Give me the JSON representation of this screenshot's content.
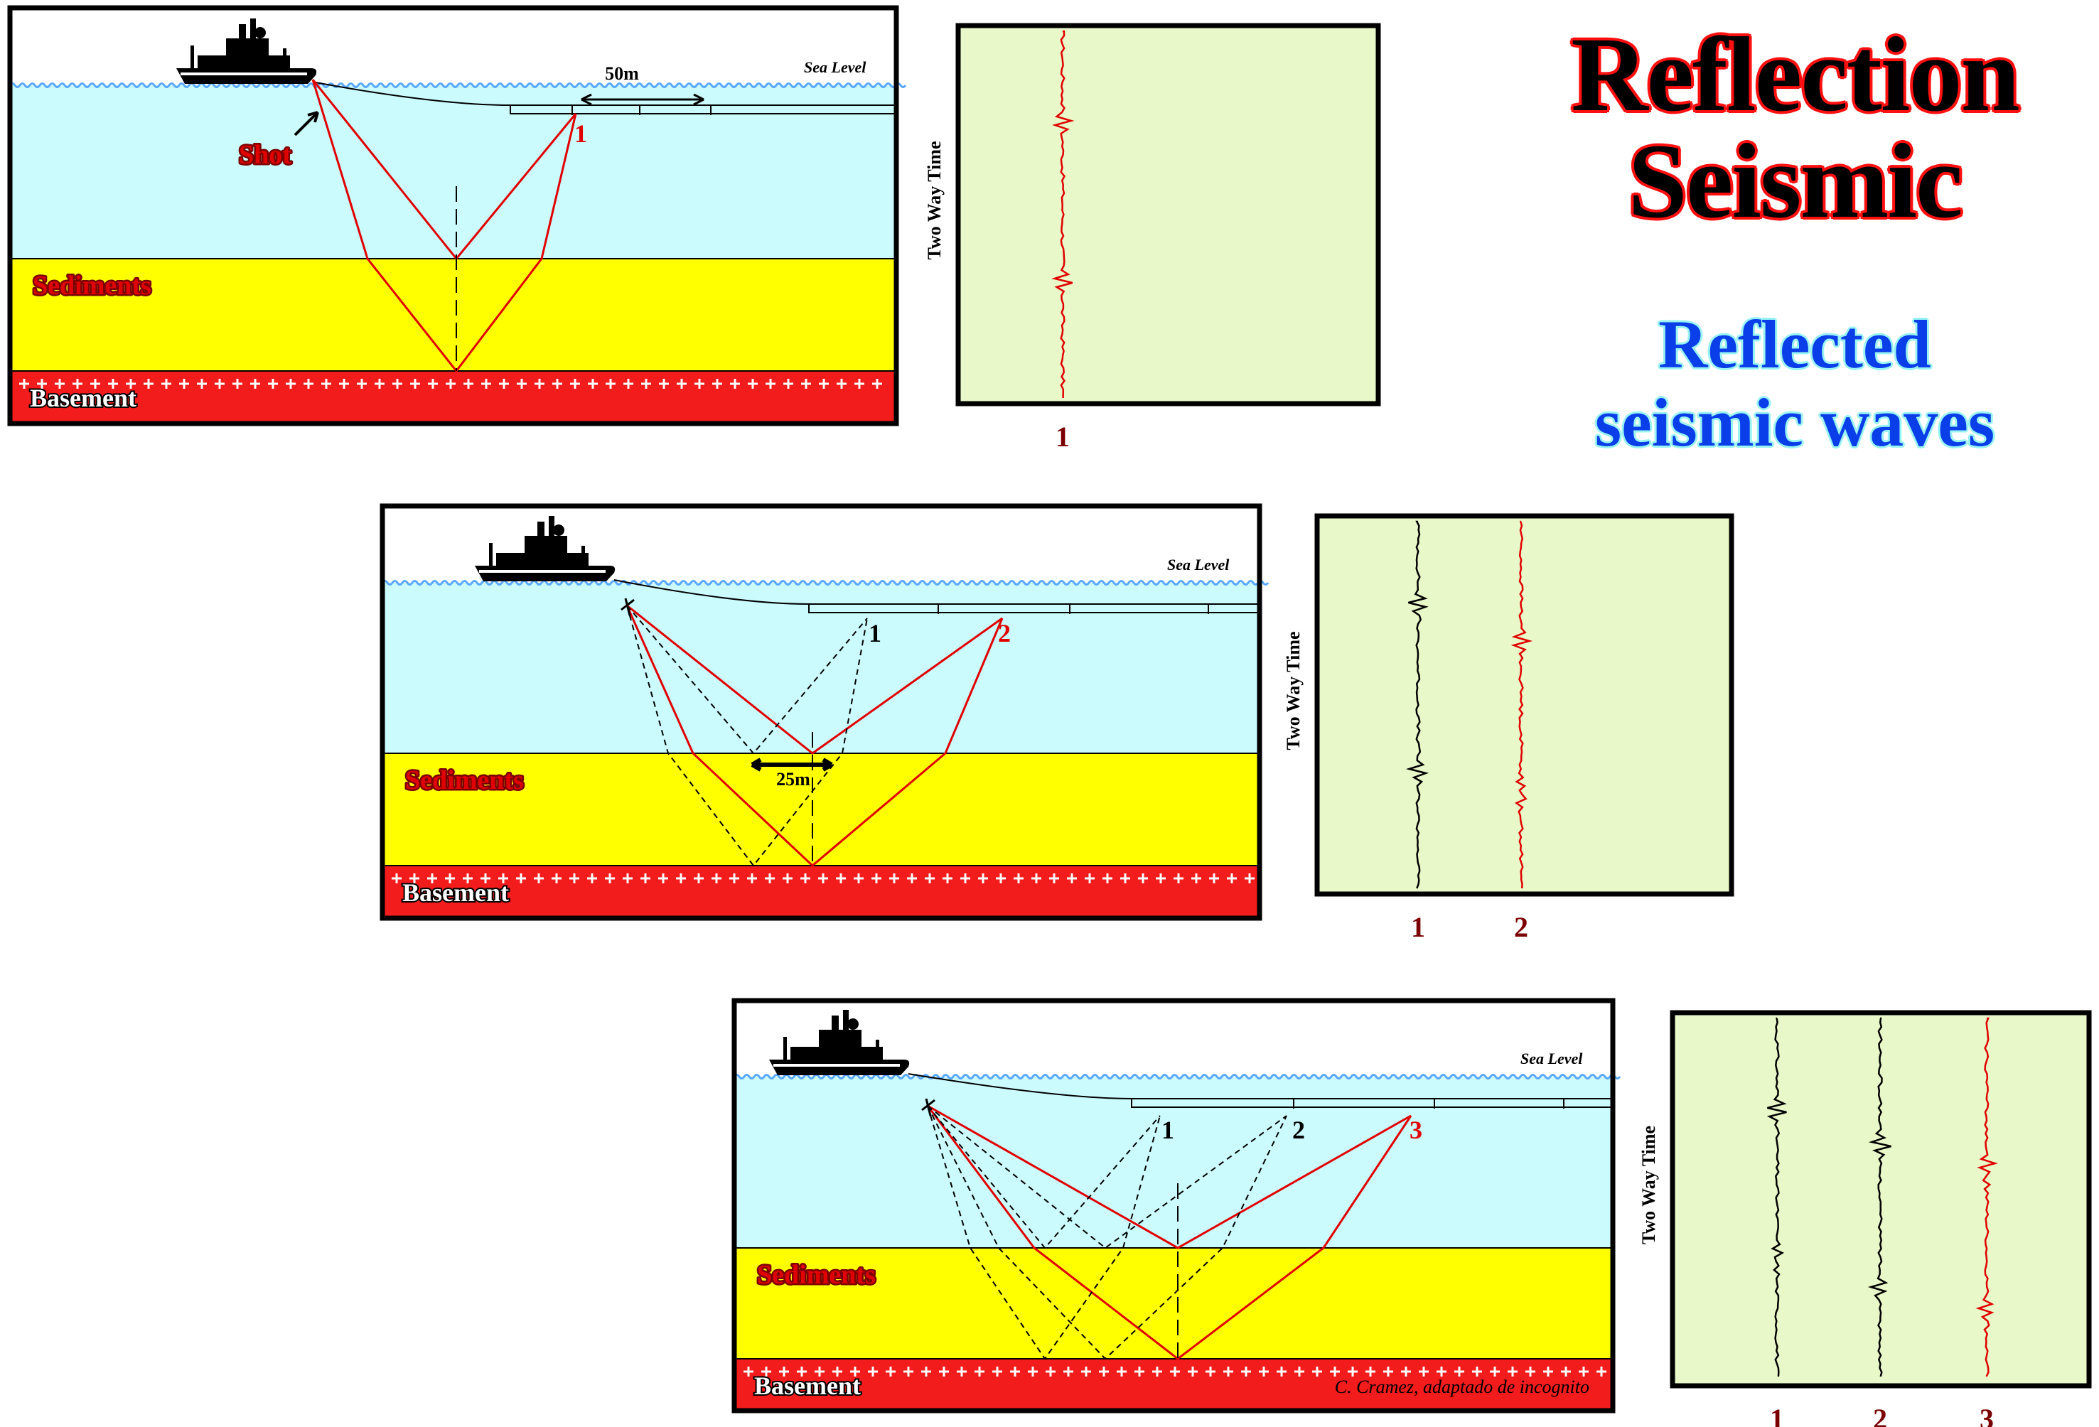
{
  "title": {
    "line1": "Reflection",
    "line2": "Seismic"
  },
  "subtitle": {
    "line1": "Reflected",
    "line2": "seismic waves"
  },
  "labels": {
    "sea_level": "Sea Level",
    "sediments": "Sediments",
    "basement": "Basement",
    "shot": "Shot",
    "two_way_time": "Two Way Time",
    "spacing_50m": "50m",
    "spacing_25m": "25m",
    "credit": "C. Cramez, adaptado de incognito"
  },
  "panels": [
    {
      "receivers": [
        "1"
      ],
      "trace_labels": [
        "1"
      ]
    },
    {
      "receivers": [
        "1",
        "2"
      ],
      "trace_labels": [
        "1",
        "2"
      ]
    },
    {
      "receivers": [
        "1",
        "2",
        "3"
      ],
      "trace_labels": [
        "1",
        "2",
        "3"
      ]
    }
  ],
  "colors": {
    "water": "#ccfbfd",
    "sediments": "#ffff00",
    "basement": "#f21c1c",
    "trace_panel": "#e8f8c8",
    "active_ray": "#e00000",
    "previous_ray": "#000000",
    "title_text": "#000000",
    "title_outline": "#ff1010",
    "subtitle_text": "#0a3ee8"
  }
}
